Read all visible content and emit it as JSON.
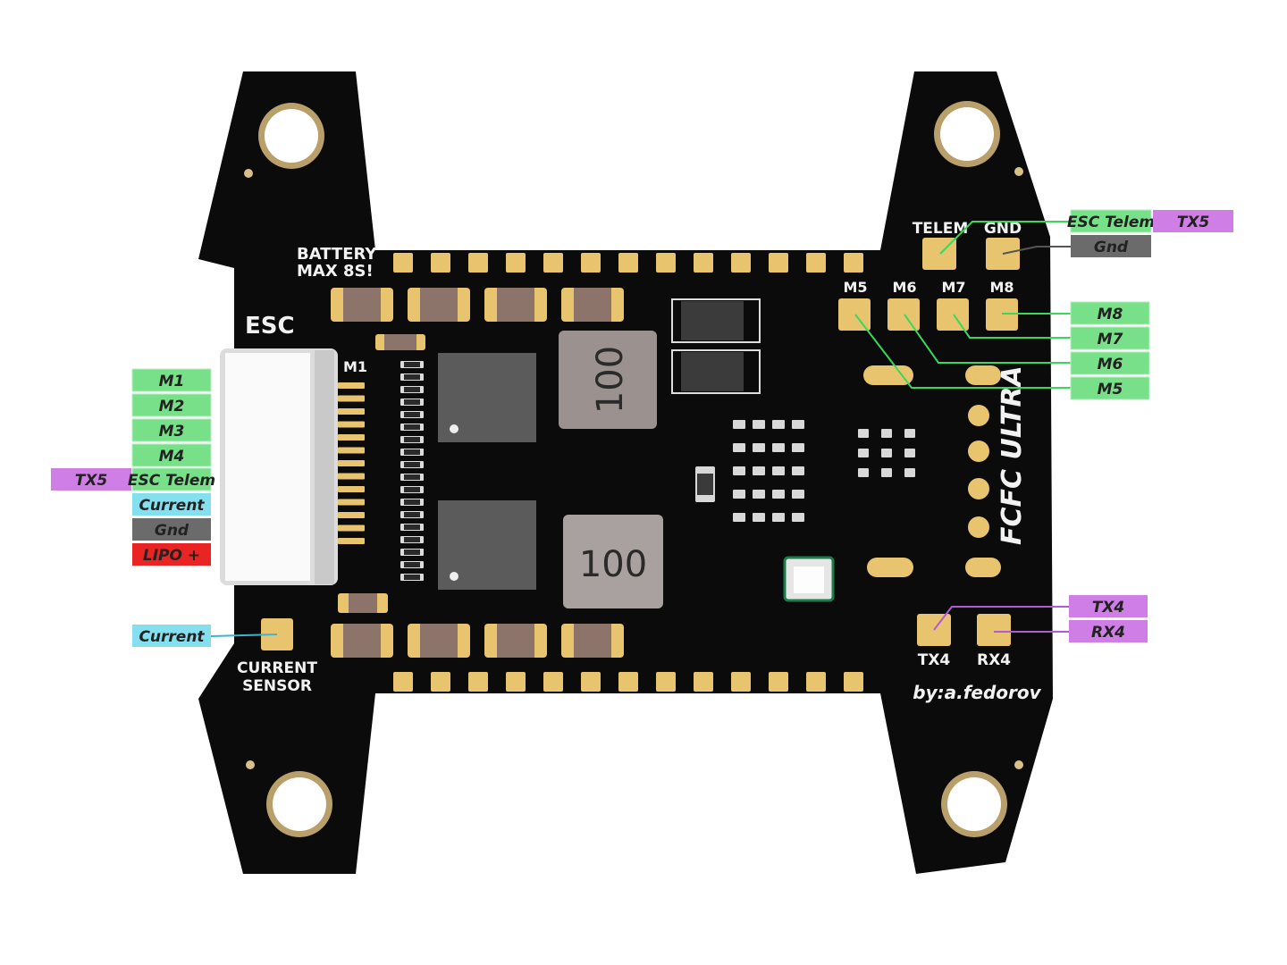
{
  "board": {
    "silkscreen": {
      "battery": "BATTERY",
      "battery_max": "MAX 8S!",
      "esc": "ESC",
      "m1": "M1",
      "current_sensor_1": "CURRENT",
      "current_sensor_2": "SENSOR",
      "telem": "TELEM",
      "gnd": "GND",
      "m5": "M5",
      "m6": "M6",
      "m7": "M7",
      "m8": "M8",
      "tx4": "TX4",
      "rx4": "RX4",
      "brand": "FCFC ULTRA",
      "author": "by:a.fedorov",
      "inductor_top": "100",
      "inductor_bottom": "100"
    }
  },
  "labels": {
    "left": {
      "m1": "M1",
      "m2": "M2",
      "m3": "M3",
      "m4": "M4",
      "tx5": "TX5",
      "esc_telem": "ESC Telem",
      "current": "Current",
      "gnd": "Gnd",
      "lipo": "LIPO +",
      "current_sensor": "Current"
    },
    "right": {
      "esc_telem": "ESC Telem",
      "tx5": "TX5",
      "gnd": "Gnd",
      "m8": "M8",
      "m7": "M7",
      "m6": "M6",
      "m5": "M5",
      "tx4": "TX4",
      "rx4": "RX4"
    }
  },
  "colors": {
    "pcb": "#0b0b0b",
    "pad": "#e8c46e",
    "motor_label": "#77e088",
    "uart_label": "#cf7ee6",
    "current_label": "#84e0ef",
    "gnd_label": "#6b6b6b",
    "lipo_label": "#ea2323"
  }
}
